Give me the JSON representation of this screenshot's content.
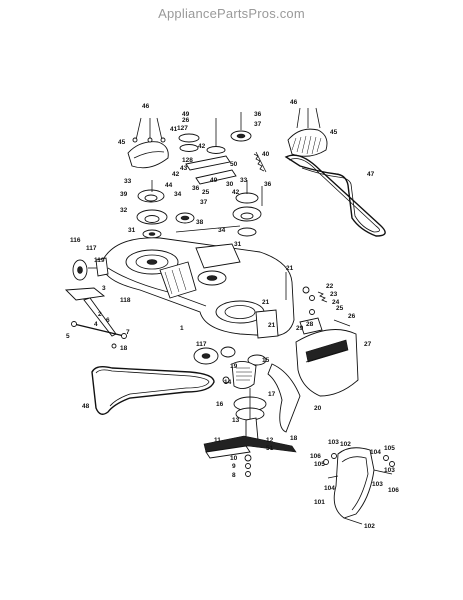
{
  "watermark": {
    "text": "AppliancePartsPros.com"
  },
  "colors": {
    "background": "#ffffff",
    "ink": "#111111",
    "watermark": "#9a9a9a"
  },
  "part_labels": [
    "46",
    "41",
    "49",
    "127",
    "26",
    "42",
    "36",
    "37",
    "45",
    "42",
    "128",
    "43",
    "50",
    "40",
    "46",
    "45",
    "33",
    "44",
    "49",
    "33",
    "39",
    "34",
    "32",
    "36",
    "25",
    "37",
    "30",
    "42",
    "36",
    "47",
    "31",
    "38",
    "34",
    "31",
    "21",
    "116",
    "117",
    "119",
    "3",
    "118",
    "2",
    "4",
    "5",
    "6",
    "1",
    "7",
    "18",
    "21",
    "22",
    "23",
    "24",
    "25",
    "26",
    "29",
    "28",
    "27",
    "21",
    "117",
    "15",
    "19",
    "14",
    "48",
    "16",
    "17",
    "13",
    "12",
    "51",
    "11",
    "18",
    "20",
    "10",
    "9",
    "8",
    "103",
    "102",
    "105",
    "105",
    "104",
    "106",
    "103",
    "103",
    "104",
    "106",
    "101",
    "102"
  ]
}
